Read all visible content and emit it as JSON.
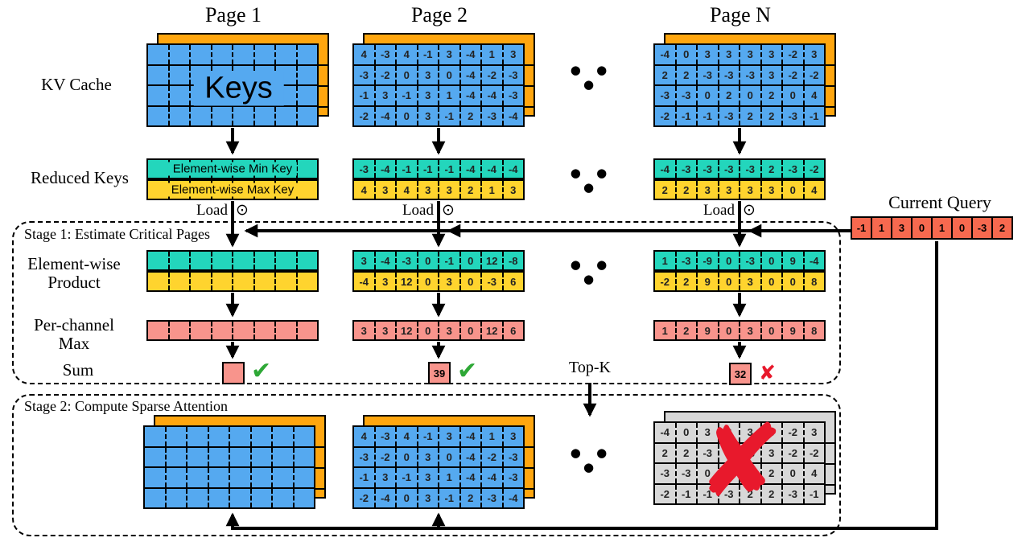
{
  "figure": {
    "headers": {
      "page1": "Page 1",
      "page2": "Page 2",
      "pageN": "Page N"
    },
    "row_labels": {
      "kv_cache": "KV Cache",
      "reduced_keys": "Reduced Keys",
      "product_l1": "Element-wise",
      "product_l2": "Product",
      "perchan_l1": "Per-channel",
      "perchan_l2": "Max",
      "sum": "Sum"
    },
    "stage1_title": "Stage 1: Estimate Critical Pages",
    "stage2_title": "Stage 2: Compute Sparse Attention",
    "load_label": "Load",
    "odot": "⊙",
    "topk_label": "Top-K",
    "keys_overlay": "Keys",
    "min_key_label": "Element-wise Min Key",
    "max_key_label": "Element-wise Max Key",
    "current_query_label": "Current Query",
    "ellipsis": "● ● ●",
    "big_cross": "✘"
  },
  "query": {
    "values": [
      -1,
      1,
      3,
      0,
      1,
      0,
      -3,
      2
    ]
  },
  "pages": {
    "page1": {
      "sum": "",
      "result": "✔"
    },
    "page2": {
      "kv": [
        [
          4,
          -3,
          4,
          -1,
          3,
          -4,
          1,
          3
        ],
        [
          -3,
          -2,
          0,
          3,
          0,
          -4,
          -2,
          -3
        ],
        [
          -1,
          3,
          -1,
          3,
          1,
          -4,
          -4,
          -3
        ],
        [
          -2,
          -4,
          0,
          3,
          -1,
          2,
          -3,
          -4
        ]
      ],
      "min_key": [
        -3,
        -4,
        -1,
        -1,
        -1,
        -4,
        -4,
        -4
      ],
      "max_key": [
        4,
        3,
        4,
        3,
        3,
        2,
        1,
        3
      ],
      "prod_min": [
        3,
        -4,
        -3,
        0,
        -1,
        0,
        12,
        -8
      ],
      "prod_max": [
        -4,
        3,
        12,
        0,
        3,
        0,
        -3,
        6
      ],
      "channel_max": [
        3,
        3,
        12,
        0,
        3,
        0,
        12,
        6
      ],
      "sum": "39",
      "result": "✔"
    },
    "pageN": {
      "kv": [
        [
          -4,
          0,
          3,
          3,
          3,
          3,
          -2,
          3
        ],
        [
          2,
          2,
          -3,
          -3,
          -3,
          3,
          -2,
          -2
        ],
        [
          -3,
          -3,
          0,
          2,
          0,
          2,
          0,
          4
        ],
        [
          -2,
          -1,
          -1,
          -3,
          2,
          2,
          -3,
          -1
        ]
      ],
      "min_key": [
        -4,
        -3,
        -3,
        -3,
        -3,
        2,
        -3,
        -2
      ],
      "max_key": [
        2,
        2,
        3,
        3,
        3,
        3,
        0,
        4
      ],
      "prod_min": [
        1,
        -3,
        -9,
        0,
        -3,
        0,
        9,
        -4
      ],
      "prod_max": [
        -2,
        2,
        9,
        0,
        3,
        0,
        0,
        8
      ],
      "channel_max": [
        1,
        2,
        9,
        0,
        3,
        0,
        9,
        8
      ],
      "sum": "32",
      "result": "✘"
    }
  },
  "colors": {
    "key_blue": "#55A9F0",
    "page_orange": "#FFA60F",
    "min_teal": "#23D6BC",
    "max_yellow": "#FFD42E",
    "max_salmon": "#F8948C",
    "query_red": "#F7694F",
    "masked_gray": "#D8D8D8",
    "accept_green": "#2EA836",
    "reject_red": "#E8192C"
  }
}
